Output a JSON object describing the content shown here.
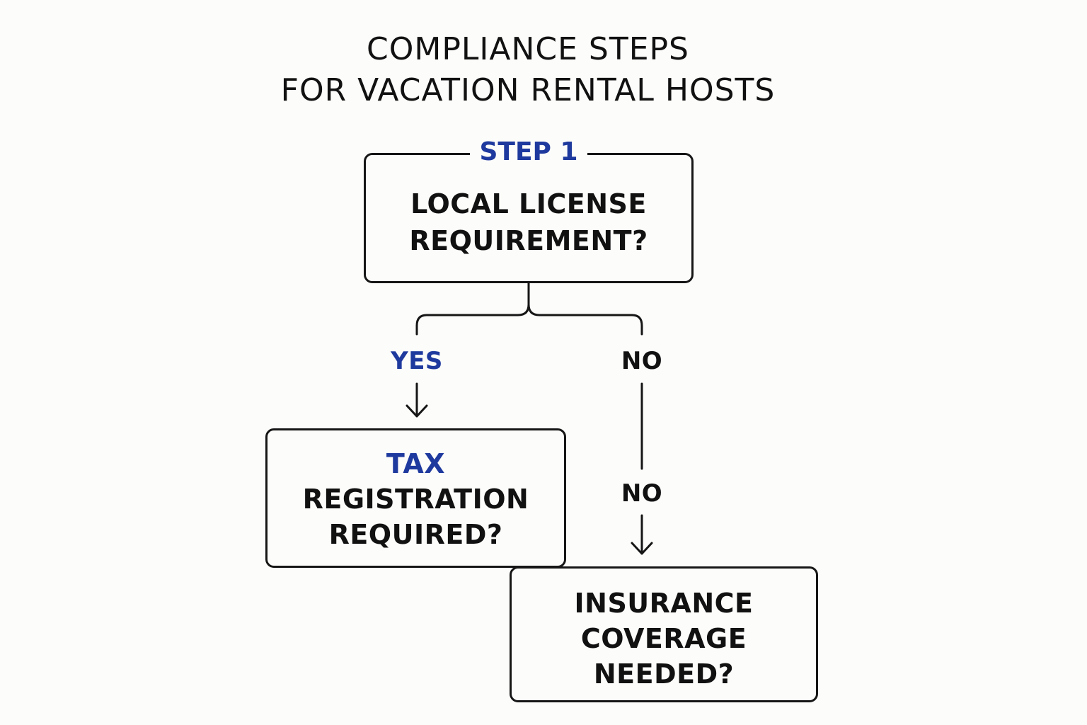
{
  "title": {
    "line1": "COMPLIANCE STEPS",
    "line2": "FOR VACATION RENTAL HOSTS"
  },
  "step1": {
    "label": "STEP 1",
    "line1": "LOCAL LICENSE",
    "line2": "REQUIREMENT?"
  },
  "branches": {
    "yes_label": "YES",
    "no_label": "NO",
    "no_label_second": "NO"
  },
  "tax_box": {
    "line1": "TAX",
    "line2": "REGISTRATION",
    "line3": "REQUIRED?"
  },
  "insurance_box": {
    "line1": "INSURANCE",
    "line2": "COVERAGE",
    "line3": "NEEDED?"
  },
  "colors": {
    "accent": "#1f3a9e",
    "ink": "#161616",
    "background": "#fcfcfa"
  }
}
